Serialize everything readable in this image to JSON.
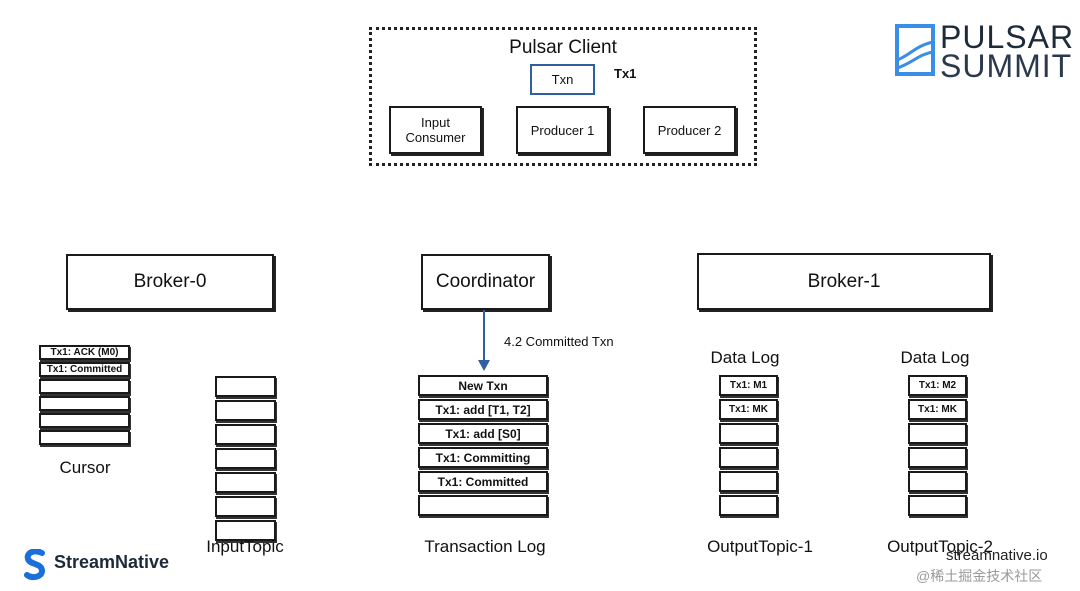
{
  "client": {
    "title": "Pulsar Client",
    "txn": "Txn",
    "tx_tag": "Tx1",
    "input_consumer": "Input\nConsumer",
    "producer1": "Producer 1",
    "producer2": "Producer 2"
  },
  "brokers": {
    "broker0": "Broker-0",
    "coordinator": "Coordinator",
    "broker1": "Broker-1"
  },
  "arrow": {
    "label": "4.2 Committed Txn"
  },
  "cursor": {
    "label": "Cursor",
    "cells": [
      "Tx1: ACK (M0)",
      "Tx1: Committed",
      "",
      "",
      "",
      ""
    ]
  },
  "input_topic": {
    "label": "InputTopic",
    "cells": [
      "",
      "",
      "",
      "",
      "",
      "",
      ""
    ]
  },
  "transaction_log": {
    "label": "Transaction Log",
    "cells": [
      "New Txn",
      "Tx1: add [T1, T2]",
      "Tx1: add [S0]",
      "Tx1: Committing",
      "Tx1: Committed",
      ""
    ]
  },
  "output1": {
    "header": "Data Log",
    "label": "OutputTopic-1",
    "cells": [
      "Tx1: M1",
      "Tx1: MK",
      "",
      "",
      "",
      ""
    ]
  },
  "output2": {
    "header": "Data Log",
    "label": "OutputTopic-2",
    "cells": [
      "Tx1: M2",
      "Tx1: MK",
      "",
      "",
      "",
      ""
    ]
  },
  "branding": {
    "pulsar_line1": "PULSAR",
    "pulsar_line2": "SUMMIT",
    "streamnative": "StreamNative",
    "website": "streamnative.io",
    "watermark": "@稀土掘金技术社区"
  },
  "colors": {
    "accent": "#2f5f9e",
    "logo_blue": "#3a8ee6"
  }
}
